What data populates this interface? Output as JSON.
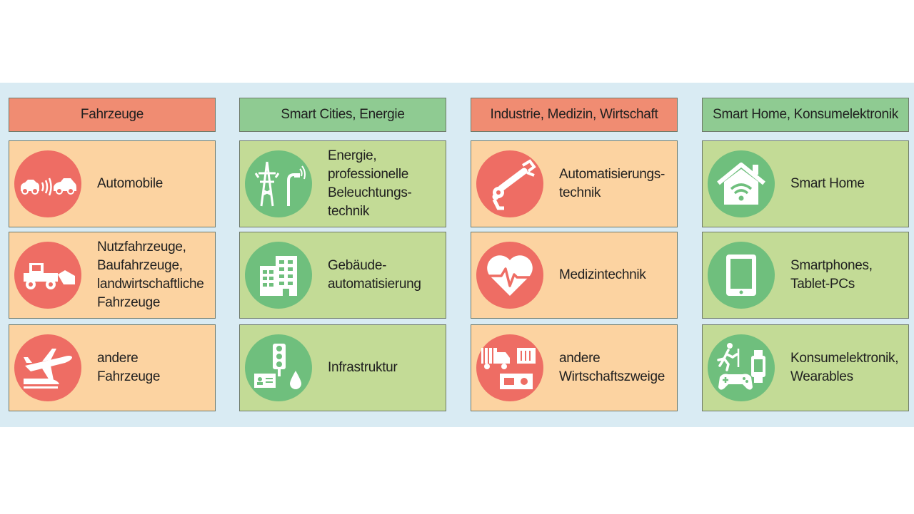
{
  "columns": [
    {
      "title": "Fahrzeuge",
      "items": [
        {
          "label": "Automobile",
          "icon": "car-signal-icon"
        },
        {
          "label": "Nutzfahrzeuge,\nBaufahrzeuge,\nlandwirtschaftliche\nFahrzeuge",
          "icon": "wheel-loader-icon"
        },
        {
          "label": "andere\nFahrzeuge",
          "icon": "plane-train-icon"
        }
      ]
    },
    {
      "title": "Smart Cities, Energie",
      "items": [
        {
          "label": "Energie,\nprofessionelle\nBeleuchtungs-\ntechnik",
          "icon": "power-pylon-streetlight-icon"
        },
        {
          "label": "Gebäude-\nautomatisierung",
          "icon": "building-icon"
        },
        {
          "label": "Infrastruktur",
          "icon": "traffic-light-water-icon"
        }
      ]
    },
    {
      "title": "Industrie, Medizin, Wirtschaft",
      "items": [
        {
          "label": "Automatisierungs-\ntechnik",
          "icon": "robot-arm-icon"
        },
        {
          "label": "Medizintechnik",
          "icon": "heart-pulse-icon"
        },
        {
          "label": "andere\nWirtschaftszweige",
          "icon": "truck-machine-icon"
        }
      ]
    },
    {
      "title": "Smart Home, Konsumelektronik",
      "items": [
        {
          "label": "Smart Home",
          "icon": "smart-home-icon"
        },
        {
          "label": "Smartphones,\nTablet-PCs",
          "icon": "tablet-icon"
        },
        {
          "label": "Konsumelektronik,\nWearables",
          "icon": "wearables-gamepad-icon"
        }
      ]
    }
  ]
}
